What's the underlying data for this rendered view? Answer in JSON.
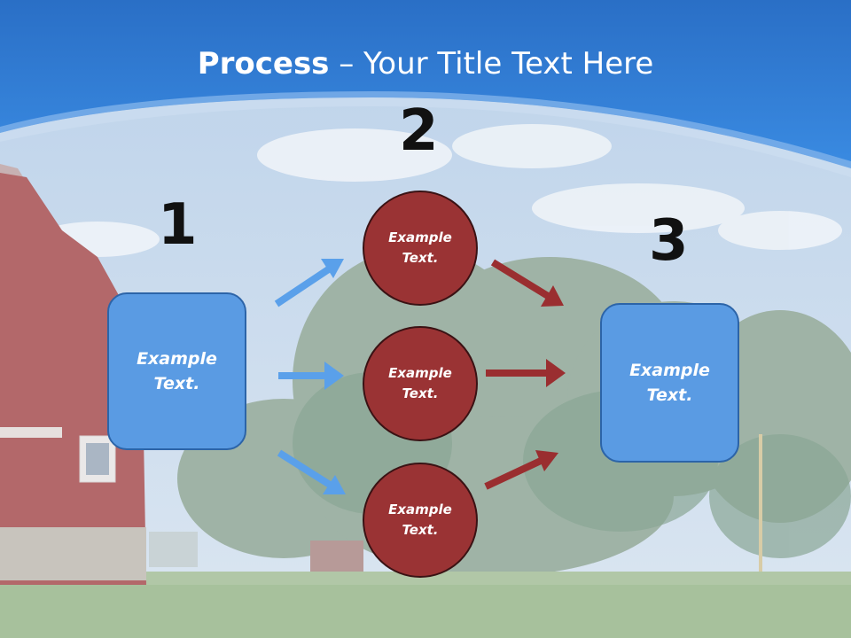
{
  "title": {
    "bold": "Process",
    "rest": " – Your Title Text Here"
  },
  "numbers": {
    "step1": "1",
    "step2": "2",
    "step3": "3"
  },
  "left_box": {
    "text": "Example\nText."
  },
  "right_box": {
    "text": "Example\nText."
  },
  "circles": [
    {
      "text": "Example\nText."
    },
    {
      "text": "Example\nText."
    },
    {
      "text": "Example\nText."
    }
  ],
  "colors": {
    "banner": "#2e7fd8",
    "box": "#5a9be3",
    "circle": "#9a3334",
    "blue_arrow": "#5aa0ea",
    "red_arrow": "#9a2e30"
  }
}
